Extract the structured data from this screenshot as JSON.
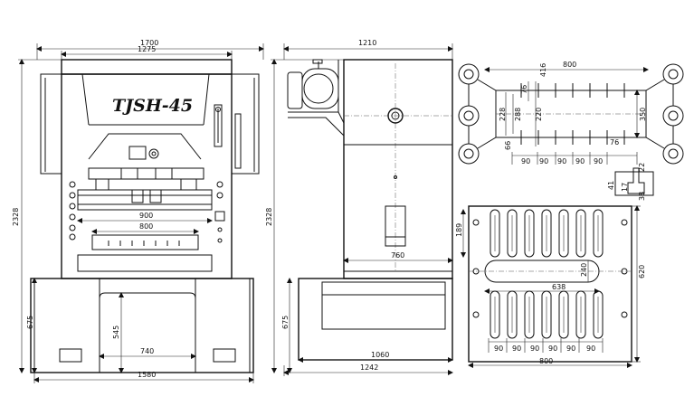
{
  "model_label": "TJSH-45",
  "front_view": {
    "overall_width": "1700",
    "crown_width": "1275",
    "overall_height": "2328",
    "bolster_width": "900",
    "slide_width": "800",
    "base_height": "675",
    "opening_height": "545",
    "opening_width": "740",
    "base_width": "1580"
  },
  "side_view": {
    "top_width": "1210",
    "overall_height": "2328",
    "table_depth": "760",
    "base_height": "675",
    "base_depth": "1060",
    "overall_depth": "1242"
  },
  "slide_plan": {
    "width": "800",
    "dim_416": "416",
    "dim_76_top": "76",
    "dim_228": "228",
    "dim_288": "288",
    "dim_220": "220",
    "dim_350": "350",
    "dim_66": "66",
    "dim_76_bottom": "76",
    "pitch": [
      "90",
      "90",
      "90",
      "90",
      "90"
    ]
  },
  "detail": {
    "dim_22": "22",
    "dim_41": "41",
    "dim_17": "17",
    "dim_38": "38"
  },
  "bolster_plan": {
    "dim_189": "189",
    "dim_240": "240",
    "dim_638": "638",
    "depth": "620",
    "pitch": [
      "90",
      "90",
      "90",
      "90",
      "90",
      "90"
    ],
    "width": "800"
  }
}
